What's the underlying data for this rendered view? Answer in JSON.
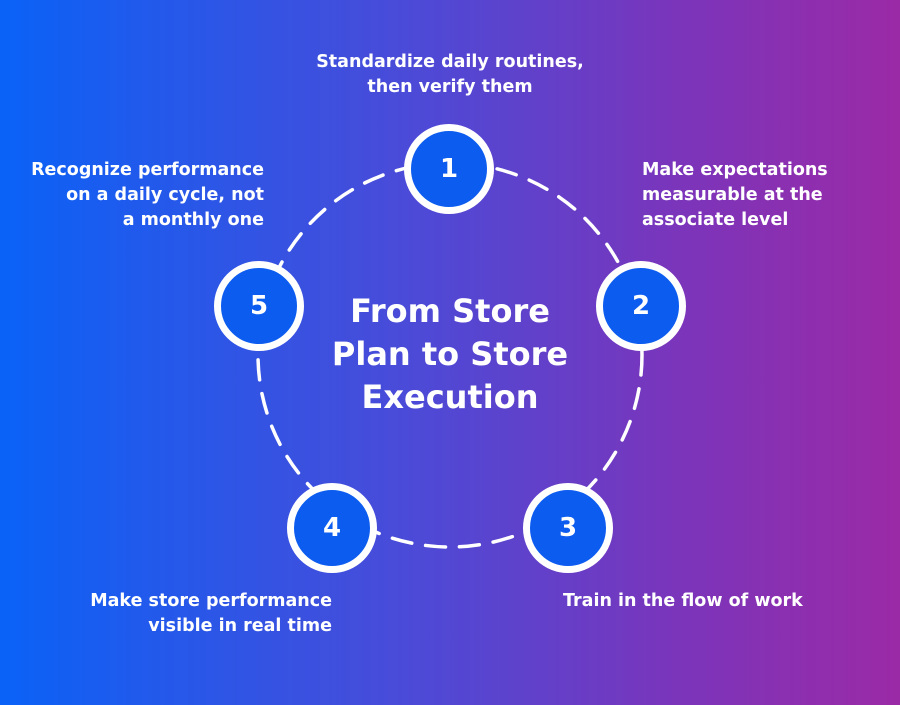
{
  "center_title": [
    "From Store",
    "Plan to Store",
    "Execution"
  ],
  "steps": [
    {
      "number": "1",
      "text": [
        "Standardize daily routines,",
        "then verify them"
      ]
    },
    {
      "number": "2",
      "text": [
        "Make expectations",
        "measurable at the",
        "associate level"
      ]
    },
    {
      "number": "3",
      "text": [
        "Train in the flow of work"
      ]
    },
    {
      "number": "4",
      "text": [
        "Make store performance",
        "visible in real time"
      ]
    },
    {
      "number": "5",
      "text": [
        "Recognize performance",
        "on a daily cycle, not",
        "a monthly one"
      ]
    }
  ],
  "colors": {
    "gradient_start": "#0a62f7",
    "gradient_end": "#9b2aa6",
    "node_fill": "#0d5cf0",
    "stroke": "#ffffff"
  }
}
